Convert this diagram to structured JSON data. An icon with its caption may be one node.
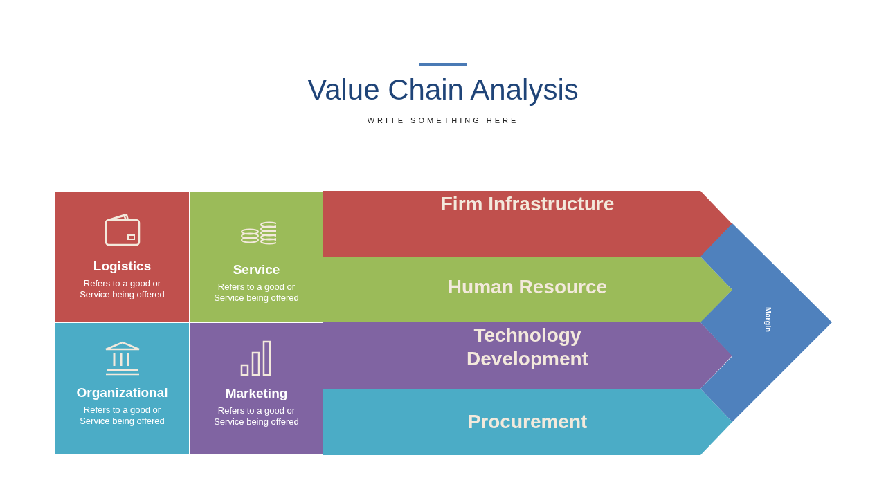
{
  "diagram": {
    "title": "Value Chain Analysis",
    "nodes": [
      {
        "text": [
          "Logistics",
          "Refers to a good or Service being offered"
        ]
      },
      {
        "text": [
          "Service",
          "Refers to a good or Service being offered"
        ]
      },
      {
        "text": [
          "Organizational",
          "Refers to a good or Service being offered"
        ]
      },
      {
        "text": [
          "Marketing",
          "Refers to a good or Service being offered"
        ]
      },
      {
        "text": [
          "Firm Infrastructure"
        ]
      },
      {
        "text": [
          "Human Resource"
        ]
      },
      {
        "text": [
          "Technology Development"
        ]
      },
      {
        "text": [
          "Procurement"
        ]
      },
      {
        "text": [
          "Margin"
        ]
      }
    ],
    "edges": [],
    "labels": [
      "WRITE SOMETHING HERE"
    ]
  }
}
